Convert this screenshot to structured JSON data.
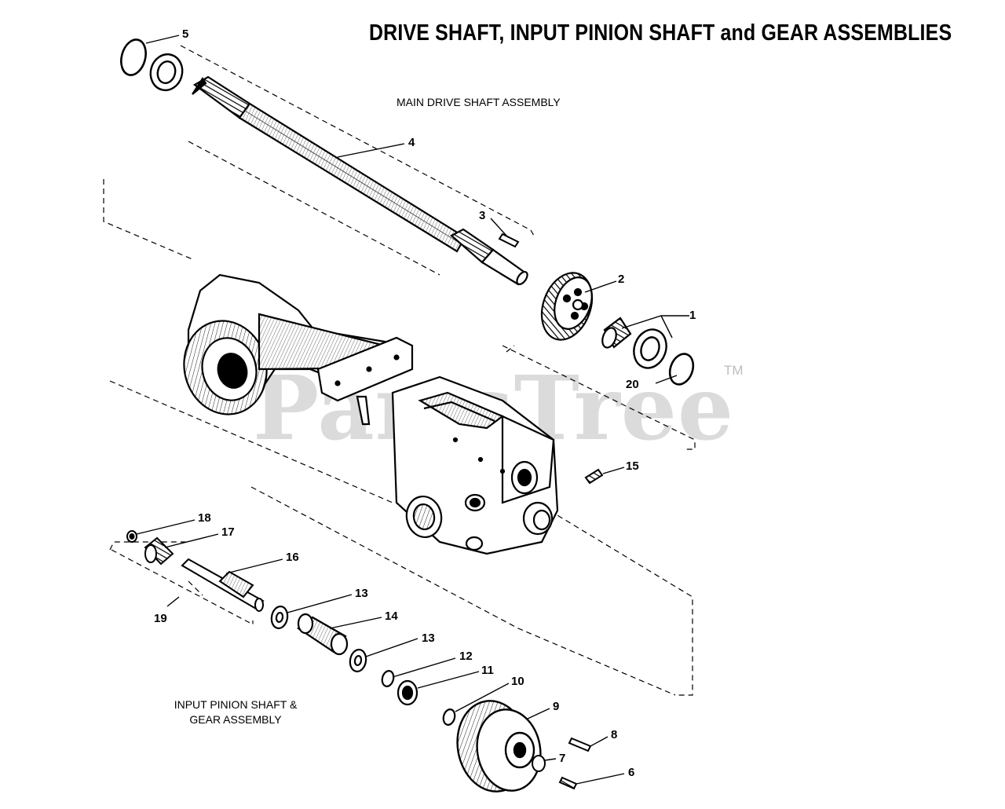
{
  "title": "DRIVE SHAFT, INPUT PINION SHAFT and GEAR ASSEMBLIES",
  "captions": {
    "main_drive": "MAIN DRIVE SHAFT ASSEMBLY",
    "input_pinion_line1": "INPUT PINION SHAFT &",
    "input_pinion_line2": "GEAR ASSEMBLY"
  },
  "watermark": {
    "text": "PartsTree",
    "tm": "TM"
  },
  "callouts": [
    {
      "id": "5",
      "label": "5"
    },
    {
      "id": "4",
      "label": "4"
    },
    {
      "id": "3",
      "label": "3"
    },
    {
      "id": "2",
      "label": "2"
    },
    {
      "id": "1",
      "label": "1"
    },
    {
      "id": "20",
      "label": "20"
    },
    {
      "id": "15",
      "label": "15"
    },
    {
      "id": "18",
      "label": "18"
    },
    {
      "id": "17",
      "label": "17"
    },
    {
      "id": "16",
      "label": "16"
    },
    {
      "id": "19",
      "label": "19"
    },
    {
      "id": "13a",
      "label": "13"
    },
    {
      "id": "14",
      "label": "14"
    },
    {
      "id": "13b",
      "label": "13"
    },
    {
      "id": "12",
      "label": "12"
    },
    {
      "id": "11",
      "label": "11"
    },
    {
      "id": "10",
      "label": "10"
    },
    {
      "id": "9",
      "label": "9"
    },
    {
      "id": "8",
      "label": "8"
    },
    {
      "id": "7",
      "label": "7"
    },
    {
      "id": "6",
      "label": "6"
    }
  ]
}
